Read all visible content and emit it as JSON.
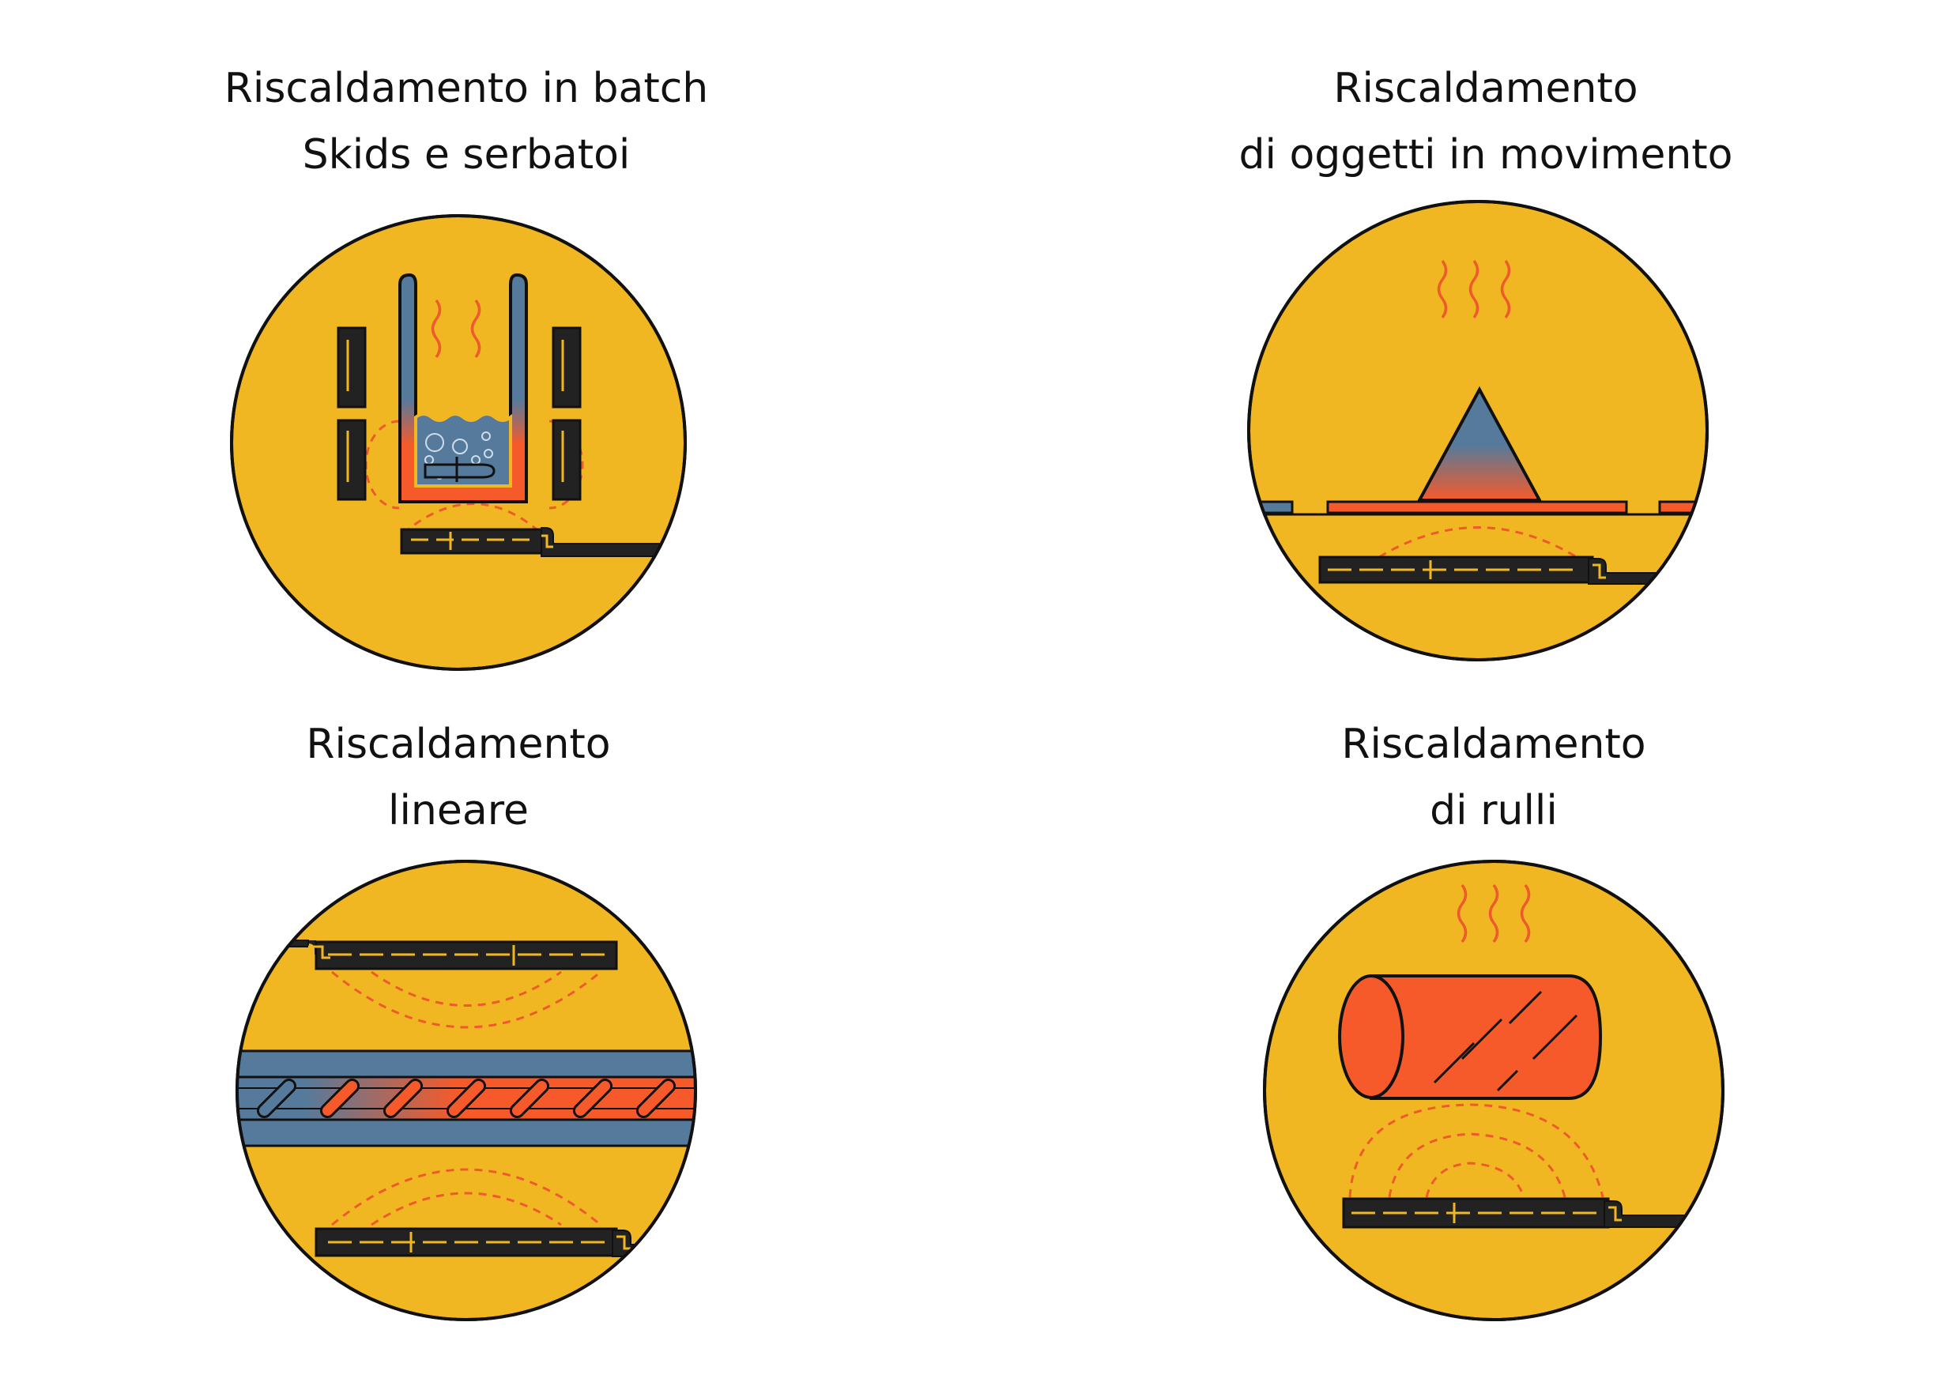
{
  "colors": {
    "background": "#ffffff",
    "circle_fill": "#f1b722",
    "outline": "#111111",
    "coil": "#222222",
    "hot": "#f65a2a",
    "cold": "#567a9b",
    "field_line": "#ee5a2c"
  },
  "panels": [
    {
      "id": "batch",
      "title_lines": [
        "Riscaldamento in batch",
        "Skids e serbatoi"
      ],
      "icons": [
        "induction-coil-icon",
        "tank-icon",
        "heat-waves-icon",
        "bubbles-icon"
      ]
    },
    {
      "id": "moving",
      "title_lines": [
        "Riscaldamento",
        "di oggetti in movimento"
      ],
      "icons": [
        "induction-coil-icon",
        "conveyor-icon",
        "cone-workpiece-icon",
        "heat-waves-icon"
      ]
    },
    {
      "id": "linear",
      "title_lines": [
        "Riscaldamento",
        "lineare"
      ],
      "icons": [
        "induction-coil-icon",
        "pipe-icon",
        "auger-icon"
      ]
    },
    {
      "id": "rolls",
      "title_lines": [
        "Riscaldamento",
        "di rulli"
      ],
      "icons": [
        "induction-coil-icon",
        "roller-icon",
        "heat-waves-icon"
      ]
    }
  ]
}
